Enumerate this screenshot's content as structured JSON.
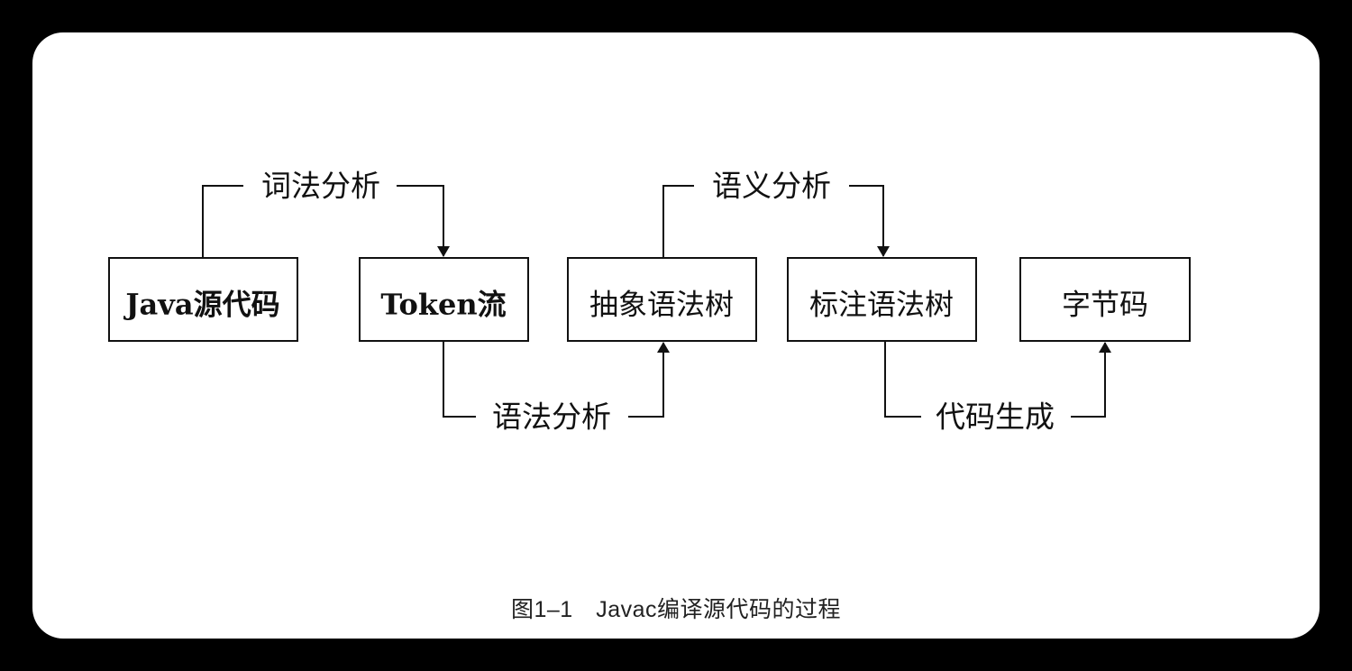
{
  "nodes": {
    "java_source": {
      "label": "Java源代码"
    },
    "token_stream": {
      "label": "Token流"
    },
    "ast": {
      "label": "抽象语法树"
    },
    "annotated_ast": {
      "label": "标注语法树"
    },
    "bytecode": {
      "label": "字节码"
    }
  },
  "edges": {
    "lexical": {
      "label": "词法分析",
      "from": "java_source",
      "to": "token_stream"
    },
    "syntax": {
      "label": "语法分析",
      "from": "token_stream",
      "to": "ast"
    },
    "semantic": {
      "label": "语义分析",
      "from": "ast",
      "to": "annotated_ast"
    },
    "codegen": {
      "label": "代码生成",
      "from": "annotated_ast",
      "to": "bytecode"
    }
  },
  "caption": "图1–1　Javac编译源代码的过程",
  "colors": {
    "background": "#000000",
    "card": "#ffffff",
    "stroke": "#111111"
  }
}
